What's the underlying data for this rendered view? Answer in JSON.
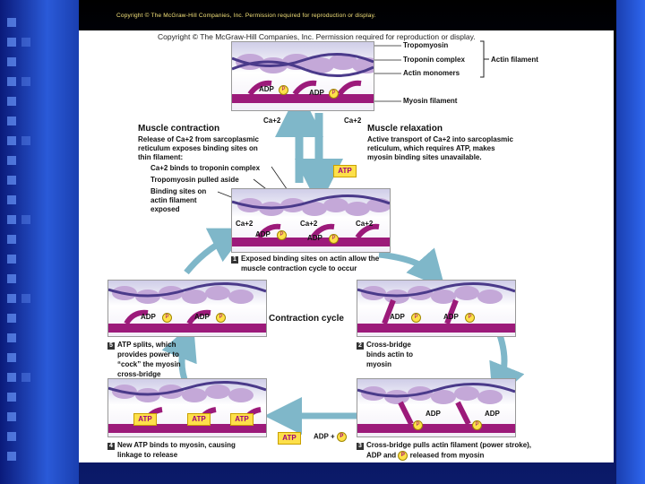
{
  "top_copyright": "Copyright © The McGraw-Hill Companies, Inc. Permission required for reproduction or display.",
  "panel_copyright": "Copyright © The McGraw-Hill Companies, Inc. Permission required for reproduction or display.",
  "top_labels": {
    "tropomyosin": "Tropomyosin",
    "troponin_complex": "Troponin complex",
    "actin_monomers": "Actin monomers",
    "actin_filament": "Actin filament",
    "myosin_filament": "Myosin filament",
    "adp1": "ADP",
    "adp2": "ADP",
    "p": "P"
  },
  "contraction": {
    "ca": "Ca+2",
    "heading": "Muscle contraction",
    "line1": "Release of Ca+2 from sarcoplasmic",
    "line2": "reticulum exposes binding sites on",
    "line3": "thin filament:",
    "b1": "Ca+2 binds to troponin complex",
    "b2": "Tropomyosin pulled aside",
    "b3a": "Binding sites on",
    "b3b": "actin filament",
    "b3c": "exposed"
  },
  "relaxation": {
    "ca": "Ca+2",
    "heading": "Muscle relaxation",
    "line1": "Active transport of Ca+2 into sarcoplasmic",
    "line2": "reticulum, which requires ATP, makes",
    "line3": "myosin binding sites unavailable.",
    "atp": "ATP"
  },
  "middle_box": {
    "ca_left": "Ca+2",
    "ca_mid": "Ca+2",
    "ca_right": "Ca+2",
    "adp_a": "ADP",
    "adp_b": "ADP"
  },
  "cycle": {
    "title": "Contraction cycle",
    "step1_num": "1",
    "step1a": "Exposed binding sites on actin allow the",
    "step1b": "muscle contraction cycle to occur",
    "step2_num": "2",
    "step2a": "Cross-bridge",
    "step2b": "binds actin to",
    "step2c": "myosin",
    "step3_num": "3",
    "step3a": "Cross-bridge pulls actin filament (power stroke),",
    "step3b_pre": "ADP and",
    "step3b_post": "released from myosin",
    "step4_num": "4",
    "step4a": "New ATP binds to myosin, causing",
    "step4b": "linkage to release",
    "step5_num": "5",
    "step5a": "ATP splits, which",
    "step5b": "provides power to",
    "step5c": "“cock” the myosin",
    "step5d": "cross-bridge",
    "adp": "ADP",
    "atp": "ATP",
    "p": "P"
  },
  "colors": {
    "actin": "#c4a8d8",
    "myosin": "#9c1a7a",
    "tropomyosin": "#4a3a8a",
    "arrow": "#7fb7c9",
    "atp": "#fde04a"
  }
}
